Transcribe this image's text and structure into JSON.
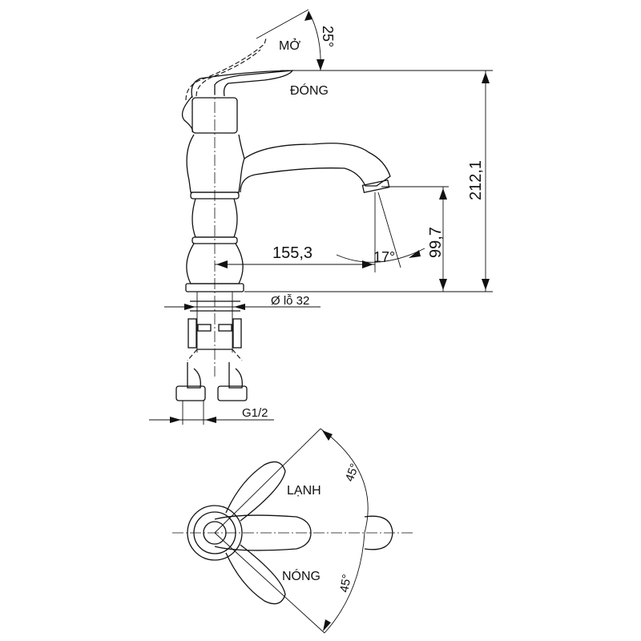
{
  "drawing": {
    "side_view": {
      "handle_open_label": "MỞ",
      "handle_closed_label": "ĐÓNG",
      "handle_angle": "25°",
      "total_height": "212,1",
      "spout_height": "99,7",
      "spout_reach": "155,3",
      "spout_angle": "17°",
      "hole_diameter": "Ø lỗ 32",
      "thread_size": "G1/2"
    },
    "top_view": {
      "cold_label": "LẠNH",
      "hot_label": "NÓNG",
      "cold_angle": "45°",
      "hot_angle": "45°"
    }
  }
}
